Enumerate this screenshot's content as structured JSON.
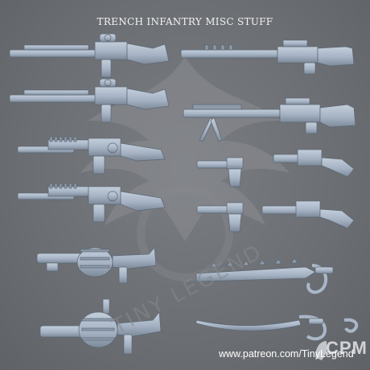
{
  "title": "TRENCH INFANTRY MISC STUFF",
  "footer_url": "www.patreon.com/TinyLegend",
  "cpm_logo_text": "CPM",
  "watermark_text": "TINY LEGEND",
  "colors": {
    "background": "#6e7175",
    "model": "#aab7c8",
    "model_shadow": "#7f8c9c",
    "title": "#f2f2f2"
  },
  "icons": [
    "phoenix-watermark-icon",
    "cpm-fist-logo-icon"
  ]
}
